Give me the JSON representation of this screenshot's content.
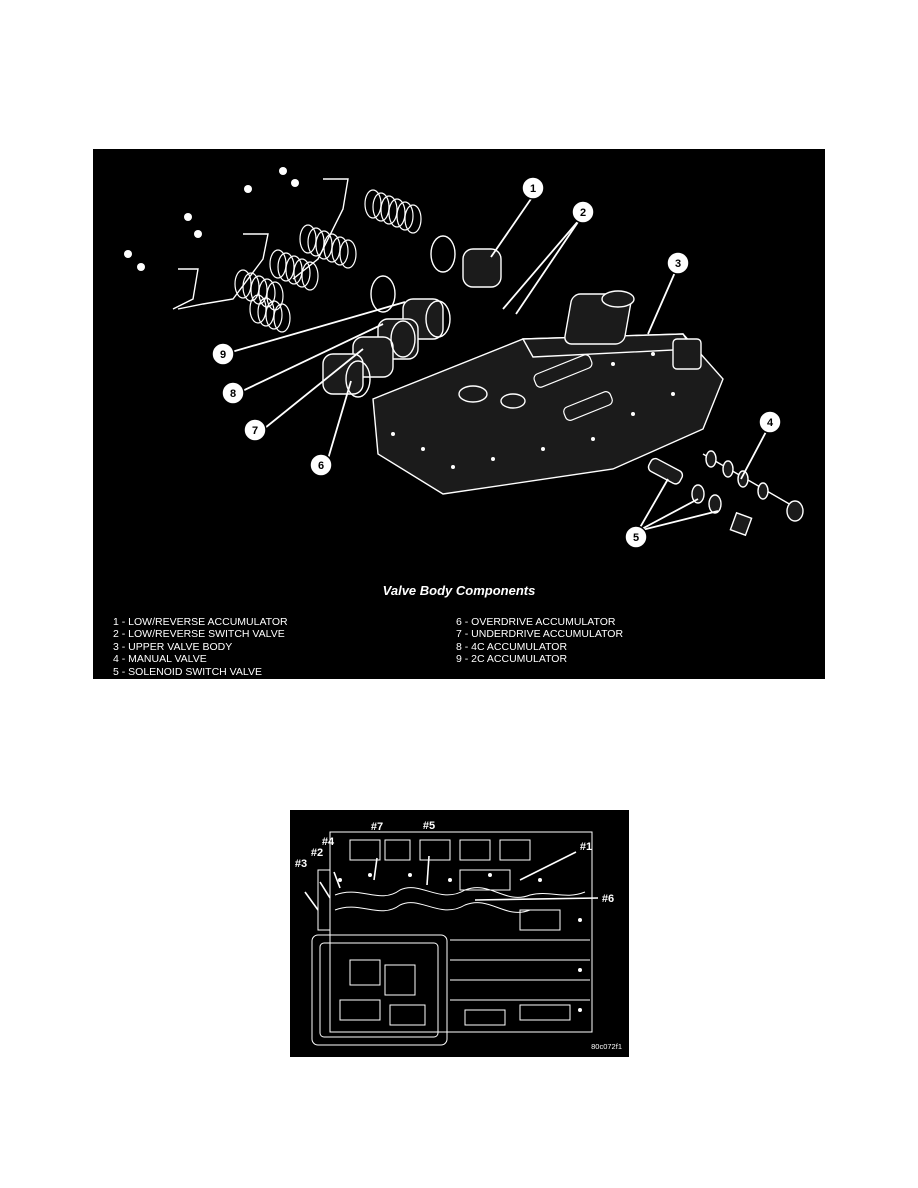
{
  "figure1": {
    "title": "Valve Body Components",
    "callouts": [
      "1",
      "2",
      "3",
      "4",
      "5",
      "6",
      "7",
      "8",
      "9"
    ],
    "legend_left": [
      "1 - LOW/REVERSE ACCUMULATOR",
      "2 - LOW/REVERSE SWITCH VALVE",
      "3 - UPPER VALVE BODY",
      "4 - MANUAL VALVE",
      "5 - SOLENOID SWITCH VALVE"
    ],
    "legend_right": [
      "6 - OVERDRIVE ACCUMULATOR",
      "7 - UNDERDRIVE ACCUMULATOR",
      "8 - 4C ACCUMULATOR",
      "9 - 2C ACCUMULATOR"
    ]
  },
  "figure2": {
    "labels": [
      "#7",
      "#5",
      "#4",
      "#2",
      "#3",
      "#1",
      "#6"
    ],
    "code": "80c072f1"
  }
}
